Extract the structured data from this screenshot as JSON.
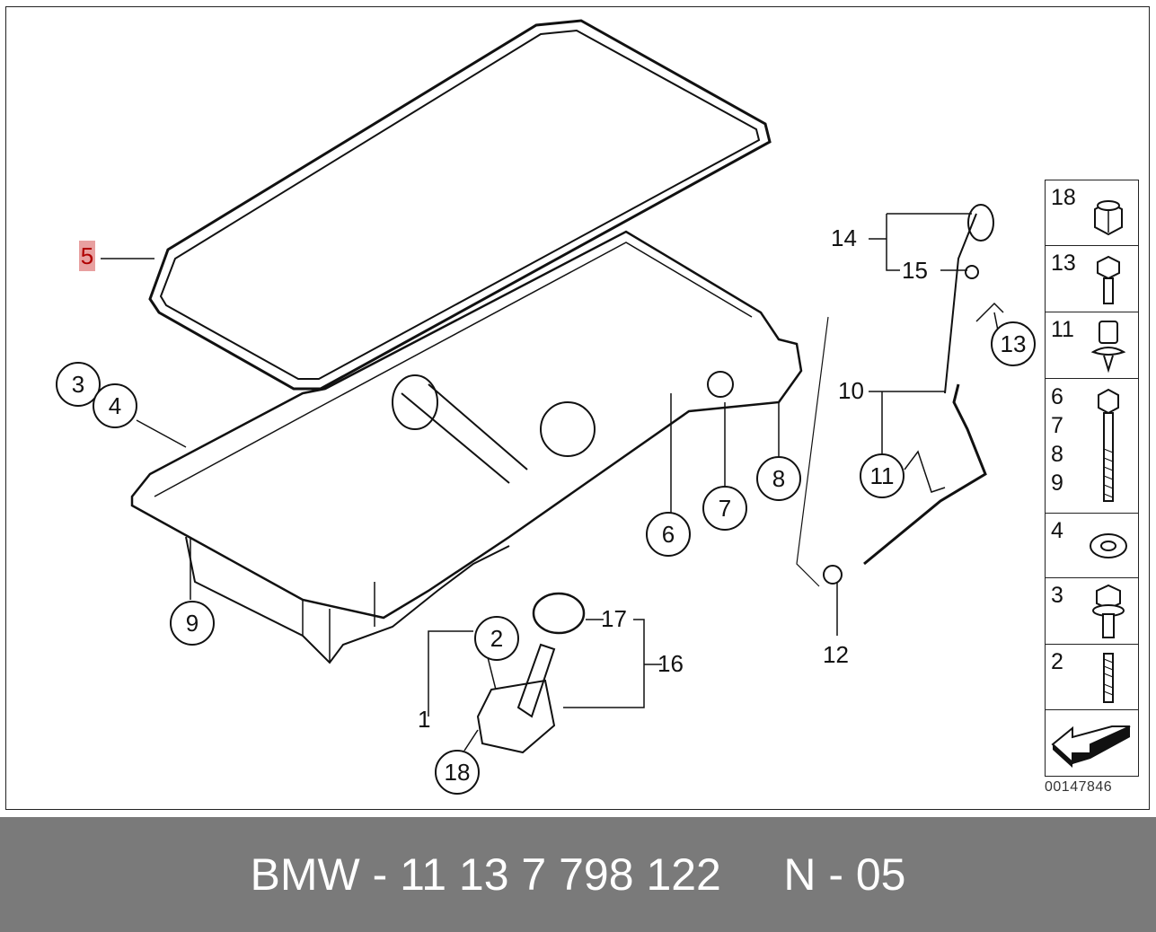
{
  "diagram": {
    "highlighted_label": "5",
    "callouts_circled": [
      "2",
      "3",
      "4",
      "6",
      "7",
      "8",
      "9",
      "11",
      "13",
      "18"
    ],
    "callouts_plain": [
      "1",
      "10",
      "12",
      "14",
      "15",
      "16",
      "17"
    ],
    "labels": {
      "c3": "3",
      "c4": "4",
      "c6": "6",
      "c7": "7",
      "c8": "8",
      "c9": "9",
      "c2": "2",
      "c18": "18",
      "c11": "11",
      "c13": "13",
      "p1": "1",
      "p10": "10",
      "p12": "12",
      "p14": "14",
      "p15": "15",
      "p16": "16",
      "p17": "17"
    }
  },
  "legend": {
    "rows": [
      {
        "numbers": "18",
        "icon": "hex-nut-icon"
      },
      {
        "numbers": "13",
        "icon": "hex-bolt-short-icon"
      },
      {
        "numbers": "11",
        "icon": "plastic-clip-icon"
      },
      {
        "numbers": "6\n7\n8\n9",
        "icon": "long-bolt-icon"
      },
      {
        "numbers": "4",
        "icon": "washer-icon"
      },
      {
        "numbers": "3",
        "icon": "flange-bolt-icon"
      },
      {
        "numbers": "2",
        "icon": "stud-icon"
      },
      {
        "numbers": "",
        "icon": "direction-arrow-icon"
      }
    ]
  },
  "doc_number": "00147846",
  "footer": {
    "text": "BMW - 11 13 7 798 122     N - 05"
  }
}
